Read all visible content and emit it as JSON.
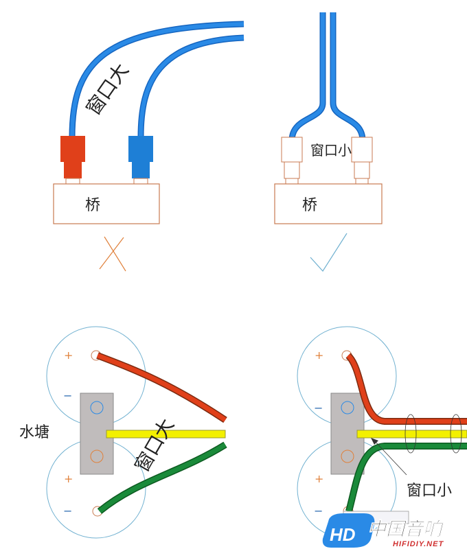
{
  "top_left": {
    "bridge_label": "桥",
    "window_label": "窗口大",
    "verdict": "wrong"
  },
  "top_right": {
    "bridge_label": "桥",
    "window_label": "窗口小",
    "verdict": "correct"
  },
  "bottom_left": {
    "pond_label": "水塘",
    "window_label": "窗口大",
    "plus": "+",
    "minus": "−"
  },
  "bottom_right": {
    "window_label": "窗口小",
    "plus": "+",
    "minus": "−"
  },
  "watermark": {
    "title": "中国音响",
    "site": "HIFIDIY.NET"
  },
  "colors": {
    "blue_wire": "#1e7fd6",
    "red": "#e0401a",
    "green": "#1a8a3a",
    "yellow": "#f3f000",
    "outline": "#c87a50",
    "circle": "#6fb0d0",
    "gray": "#c0bcbc"
  }
}
